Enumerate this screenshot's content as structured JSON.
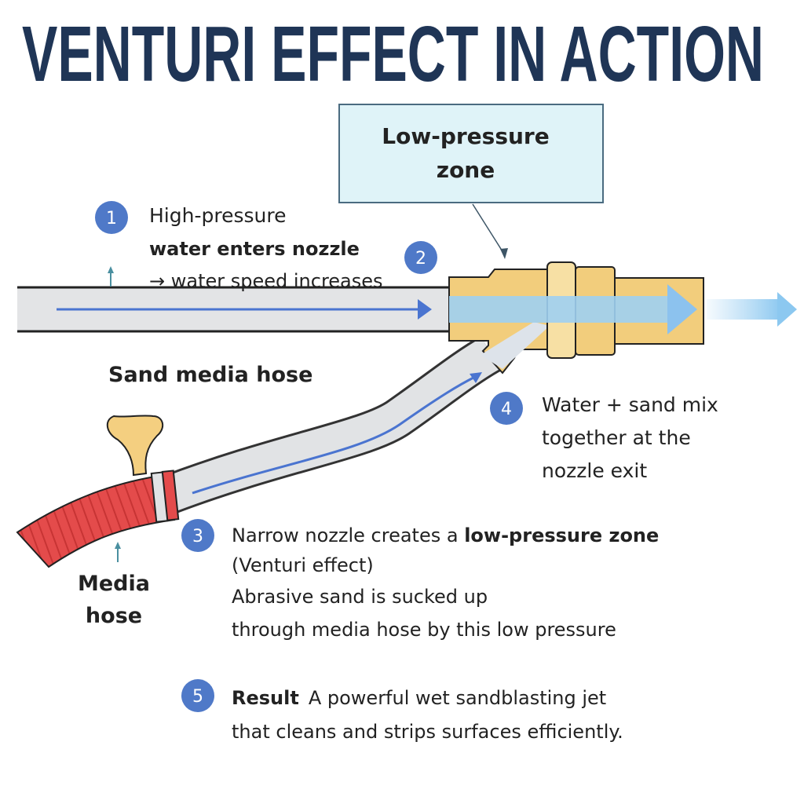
{
  "title": "VENTURI EFFECT IN ACTION",
  "callout_box": {
    "line1": "Low-pressure",
    "line2": "zone"
  },
  "steps": [
    {
      "number": "1",
      "lines": [
        "High-pressure",
        "water enters  nozzle",
        "→ water speed increases"
      ]
    },
    {
      "number": "2"
    },
    {
      "number": "3",
      "lead": "Narrow nozzle  creates a ",
      "bold": "low-pressure zone",
      "lines": [
        "(Venturi effect)",
        "Abrasive sand is sucked up",
        "through media hose by this low pressure"
      ]
    },
    {
      "number": "4",
      "lines": [
        "Water + sand mix",
        "together at the",
        "nozzle exit"
      ]
    },
    {
      "number": "5",
      "bold": "Result",
      "lead": "A powerful wet sandblasting jet",
      "lines": [
        "that cleans and strips surfaces efficiently."
      ]
    }
  ],
  "labels": {
    "sand_media_hose": "Sand media hose",
    "media_hose_1": "Media",
    "media_hose_2": "hose"
  },
  "colors": {
    "title": "#1f3556",
    "step_circle": "#4f79c8",
    "brass": "#f2cd7c",
    "hose_red": "#e44b4b",
    "flow_blue": "#4a74d0",
    "jet_blue": "#9fd0f2"
  }
}
